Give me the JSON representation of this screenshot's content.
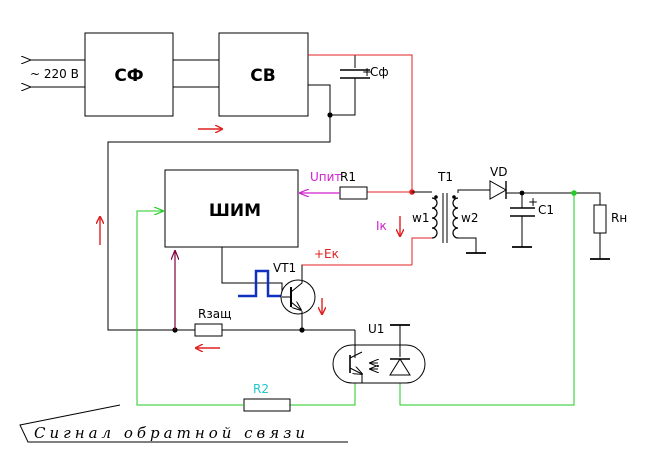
{
  "colors": {
    "wire": "#000000",
    "power_line": "#e02020",
    "feedback_line": "#22cc22",
    "magenta": "#d020d0",
    "cyan": "#20c8c8",
    "pulse": "#1030c0",
    "bias": "#800040"
  },
  "blocks": {
    "filter": "СФ",
    "rectifier": "СВ",
    "pwm": "ШИМ"
  },
  "labels": {
    "mains": "~ 220 В",
    "cf": "Сф",
    "plus_cf": "+",
    "upit": "Uпит",
    "r1": "R1",
    "t1": "T1",
    "vd": "VD",
    "w1": "w1",
    "w2": "w2",
    "ik": "Iк",
    "plus_c1": "+",
    "c1": "C1",
    "rn": "Rн",
    "ek": "+Eк",
    "vt1": "VT1",
    "rzash": "Rзащ",
    "u1": "U1",
    "r2": "R2",
    "feedback_signal": "Сигнал обратной связи"
  }
}
